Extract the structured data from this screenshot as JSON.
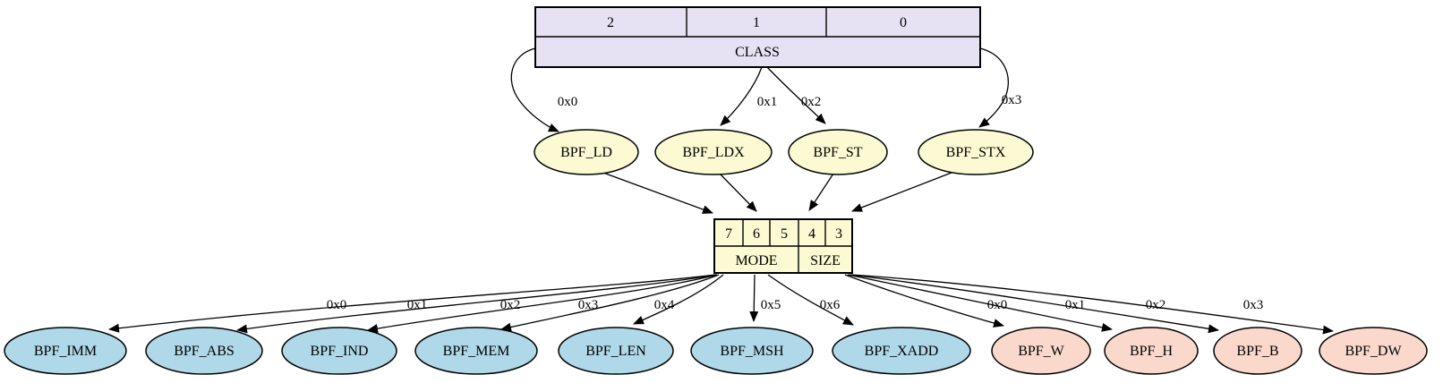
{
  "colors": {
    "class_fill": "#E6E1F3",
    "opcode_fill": "#FBFAD2",
    "mode_fill": "#AFD8E8",
    "size_fill": "#FAD9CC",
    "edge": "#000000"
  },
  "class_node": {
    "bit_cells": [
      "2",
      "1",
      "0"
    ],
    "label": "CLASS"
  },
  "class_branches": [
    {
      "edge_label": "0x0",
      "node": "BPF_LD"
    },
    {
      "edge_label": "0x1",
      "node": "BPF_LDX"
    },
    {
      "edge_label": "0x2",
      "node": "BPF_ST"
    },
    {
      "edge_label": "0x3",
      "node": "BPF_STX"
    }
  ],
  "modesize_node": {
    "bit_cells": [
      "7",
      "6",
      "5",
      "4",
      "3"
    ],
    "sections": [
      "MODE",
      "SIZE"
    ]
  },
  "mode_branches": [
    {
      "edge_label": "0x0",
      "node": "BPF_IMM"
    },
    {
      "edge_label": "0x1",
      "node": "BPF_ABS"
    },
    {
      "edge_label": "0x2",
      "node": "BPF_IND"
    },
    {
      "edge_label": "0x3",
      "node": "BPF_MEM"
    },
    {
      "edge_label": "0x4",
      "node": "BPF_LEN"
    },
    {
      "edge_label": "0x5",
      "node": "BPF_MSH"
    },
    {
      "edge_label": "0x6",
      "node": "BPF_XADD"
    }
  ],
  "size_branches": [
    {
      "edge_label": "0x0",
      "node": "BPF_W"
    },
    {
      "edge_label": "0x1",
      "node": "BPF_H"
    },
    {
      "edge_label": "0x2",
      "node": "BPF_B"
    },
    {
      "edge_label": "0x3",
      "node": "BPF_DW"
    }
  ]
}
